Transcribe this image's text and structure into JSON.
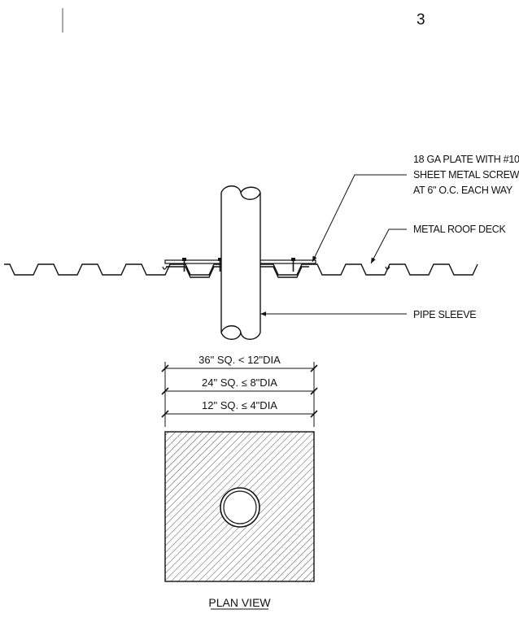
{
  "sheet": {
    "page_number": "3"
  },
  "callouts": {
    "plate": [
      "18 GA PLATE WITH #10",
      "SHEET METAL SCREWS",
      "AT 6\" O.C. EACH WAY"
    ],
    "deck": "METAL ROOF DECK",
    "sleeve": "PIPE SLEEVE"
  },
  "dimensions": [
    "36\" SQ. < 12\"DIA",
    "24\" SQ. ≤ 8\"DIA",
    "12\" SQ. ≤ 4\"DIA"
  ],
  "plan_view": {
    "title": "PLAN VIEW"
  },
  "colors": {
    "line": "#111111",
    "background": "#ffffff"
  }
}
